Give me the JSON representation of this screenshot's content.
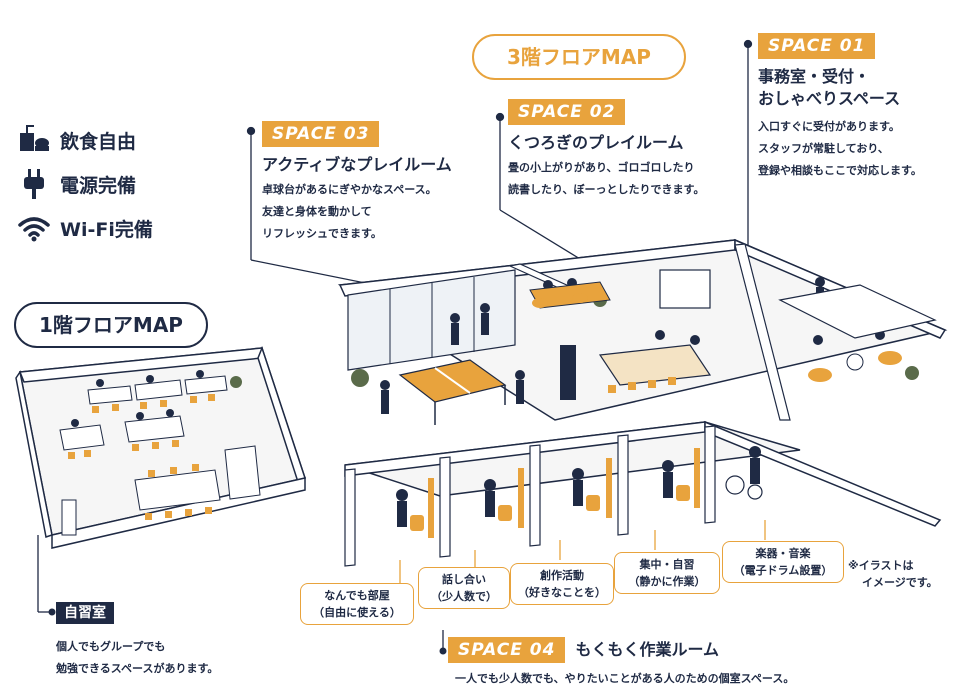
{
  "features": [
    {
      "icon": "food-drink-icon",
      "label": "飲食自由"
    },
    {
      "icon": "power-plug-icon",
      "label": "電源完備"
    },
    {
      "icon": "wifi-icon",
      "label": "Wi-Fi完備"
    }
  ],
  "floor3_title": "3階フロアMAP",
  "floor1_title": "1階フロアMAP",
  "space01": {
    "tag": "SPACE 01",
    "title_l1": "事務室・受付・",
    "title_l2": "おしゃべりスペース",
    "desc_l1": "入口すぐに受付があります。",
    "desc_l2": "スタッフが常駐しており、",
    "desc_l3": "登録や相談もここで対応します。"
  },
  "space02": {
    "tag": "SPACE 02",
    "title": "くつろぎのプレイルーム",
    "desc_l1": "畳の小上がりがあり、ゴロゴロしたり",
    "desc_l2": "読書したり、ぼーっとしたりできます。"
  },
  "space03": {
    "tag": "SPACE 03",
    "title": "アクティブなプレイルーム",
    "desc_l1": "卓球台があるにぎやかなスペース。",
    "desc_l2": "友達と身体を動かして",
    "desc_l3": "リフレッシュできます。"
  },
  "space04": {
    "tag": "SPACE 04",
    "title": "もくもく作業ルーム",
    "desc": "一人でも少人数でも、やりたいことがある人のための個室スペース。"
  },
  "rooms": [
    {
      "l1": "なんでも部屋",
      "l2": "（自由に使える）"
    },
    {
      "l1": "話し合い",
      "l2": "（少人数で）"
    },
    {
      "l1": "創作活動",
      "l2": "（好きなことを）"
    },
    {
      "l1": "集中・自習",
      "l2": "（静かに作業）"
    },
    {
      "l1": "楽器・音楽",
      "l2": "（電子ドラム設置）"
    }
  ],
  "study": {
    "tag": "自習室",
    "desc_l1": "個人でもグループでも",
    "desc_l2": "勉強できるスペースがあります。"
  },
  "note_l1": "※イラストは",
  "note_l2": "イメージです。",
  "colors": {
    "orange": "#e8a33d",
    "navy": "#1f2a44",
    "floor": "#f6f6f6",
    "wood": "#e8a33d"
  }
}
